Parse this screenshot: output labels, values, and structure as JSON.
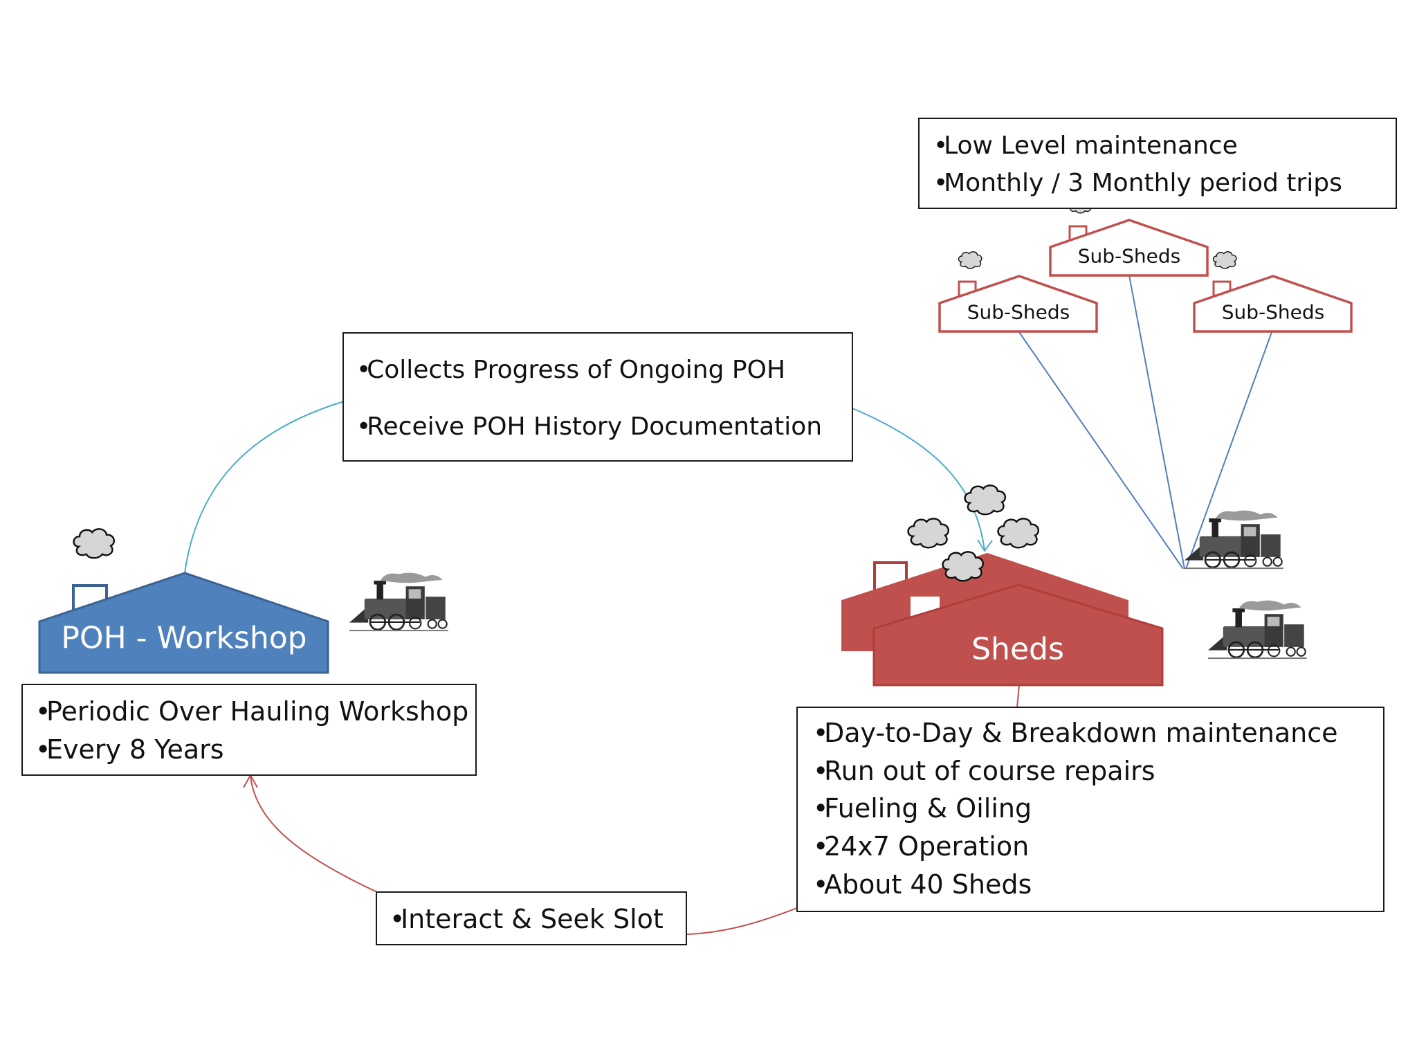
{
  "colors": {
    "workshop": "#4F81BD",
    "workshop_stroke": "#3A6394",
    "shed": "#C0504D",
    "shed_stroke": "#B03E3B",
    "teal_connector": "#4BACC6",
    "red_connector": "#C0504D",
    "blue_connector": "#4F7EBD",
    "box_border": "#1a1a1a"
  },
  "bullet": "•",
  "workshop": {
    "label": "POH - Workshop",
    "icon": "house-workshop-icon"
  },
  "sheds": {
    "label": "Sheds",
    "icon": "house-shed-icon"
  },
  "sub_sheds": [
    {
      "label": "Sub-Sheds"
    },
    {
      "label": "Sub-Sheds"
    },
    {
      "label": "Sub-Sheds"
    }
  ],
  "boxes": {
    "sub_sheds_info": [
      "Low Level maintenance",
      "Monthly / 3 Monthly period trips"
    ],
    "collects": [
      "Collects Progress of Ongoing POH",
      "Receive POH History Documentation"
    ],
    "workshop_info": [
      "Periodic Over Hauling Workshop",
      "Every 8 Years"
    ],
    "sheds_info": [
      "Day-to-Day & Breakdown maintenance",
      "Run out of course repairs",
      "Fueling & Oiling",
      "24x7 Operation",
      "About 40 Sheds"
    ],
    "interact": [
      "Interact & Seek Slot"
    ]
  },
  "icons": [
    "smoke-cloud-icon",
    "steam-locomotive-icon"
  ]
}
